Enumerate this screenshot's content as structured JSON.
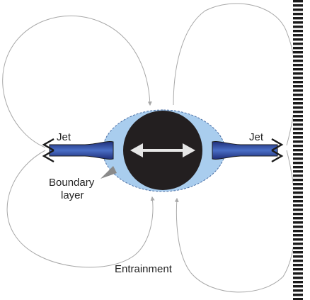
{
  "labels": {
    "jet_left": "Jet",
    "jet_right": "Jet",
    "boundary_line1": "Boundary",
    "boundary_line2": "layer",
    "entrainment": "Entrainment"
  },
  "colors": {
    "sphere": "#231f20",
    "boundary_fill": "#a9cdee",
    "boundary_edge": "#4a6fa5",
    "jet_dark": "#1f2f7a",
    "jet_mid": "#3b5db0",
    "arrow_white": "#e6e6e6",
    "streamline": "#a8a8a8",
    "wall": "#1a1a1a"
  }
}
